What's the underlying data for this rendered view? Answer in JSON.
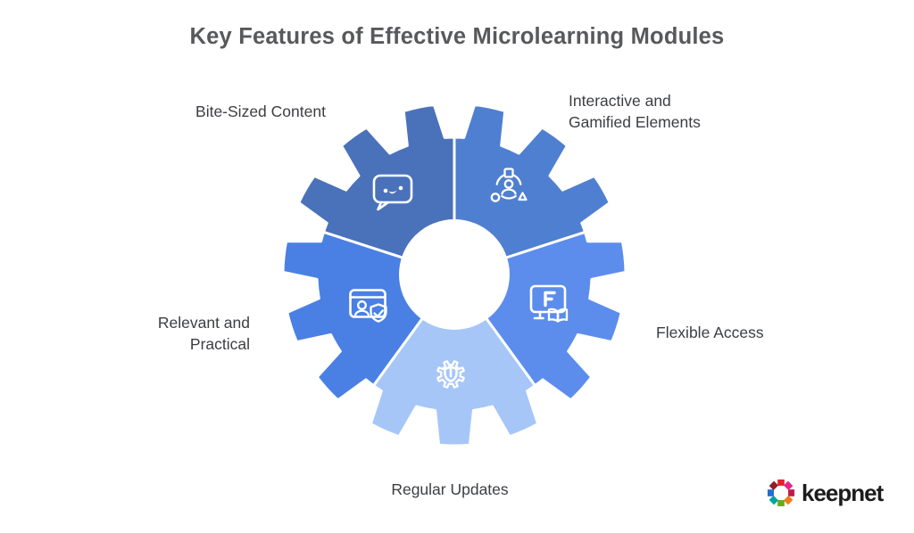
{
  "title": {
    "text": "Key Features of Effective Microlearning Modules",
    "color": "#58595b"
  },
  "label_color": "#3c3e41",
  "segments": [
    {
      "id": "bite-sized-content",
      "label": "Bite-Sized Content",
      "color": "#4a72bb",
      "icon": "chat-bubble-face-icon"
    },
    {
      "id": "interactive-gamified",
      "label": "Interactive and Gamified Elements",
      "color": "#4f7fd0",
      "icon": "gamification-person-shapes-icon"
    },
    {
      "id": "flexible-access",
      "label": "Flexible Access",
      "color": "#5c8dec",
      "icon": "monitor-f-book-icon"
    },
    {
      "id": "regular-updates",
      "label": "Regular Updates",
      "color": "#a6c6f8",
      "icon": "gear-shield-icon"
    },
    {
      "id": "relevant-practical",
      "label": "Relevant and Practical",
      "color": "#4a80e4",
      "icon": "browser-person-shield-icon"
    }
  ],
  "diagram": {
    "shape": "five-segment-gear",
    "divider_color": "#ffffff",
    "hub_color": "#ffffff"
  },
  "logo": {
    "text": "keepnet",
    "text_color": "#1c1c1c",
    "blade_colors": [
      "#e5212e",
      "#e5258e",
      "#c21b4a",
      "#f07d18",
      "#6aab1e",
      "#00a59c",
      "#1e6fd0",
      "#8e1f28"
    ]
  }
}
